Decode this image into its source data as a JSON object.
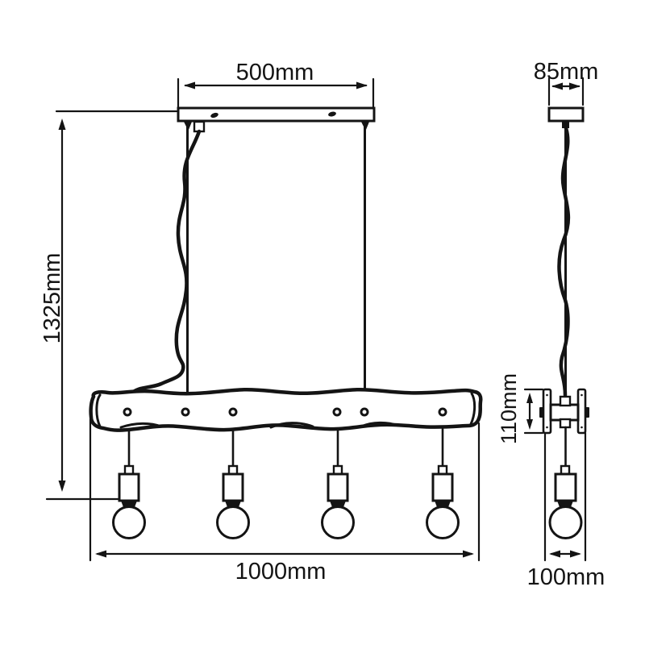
{
  "colors": {
    "line": "#141414",
    "background": "#ffffff"
  },
  "diagram": {
    "type": "technical-dimension-drawing",
    "subject": "four-light wooden beam pendant lamp, front and side elevation views",
    "views": {
      "front": {
        "bulb_count": 4,
        "dimensions": {
          "canopy_width": "500mm",
          "suspension_height": "1325mm",
          "beam_length": "1000mm"
        }
      },
      "side": {
        "bulb_count": 1,
        "dimensions": {
          "canopy_depth": "85mm",
          "beam_height": "110mm",
          "beam_depth": "100mm"
        }
      }
    }
  }
}
